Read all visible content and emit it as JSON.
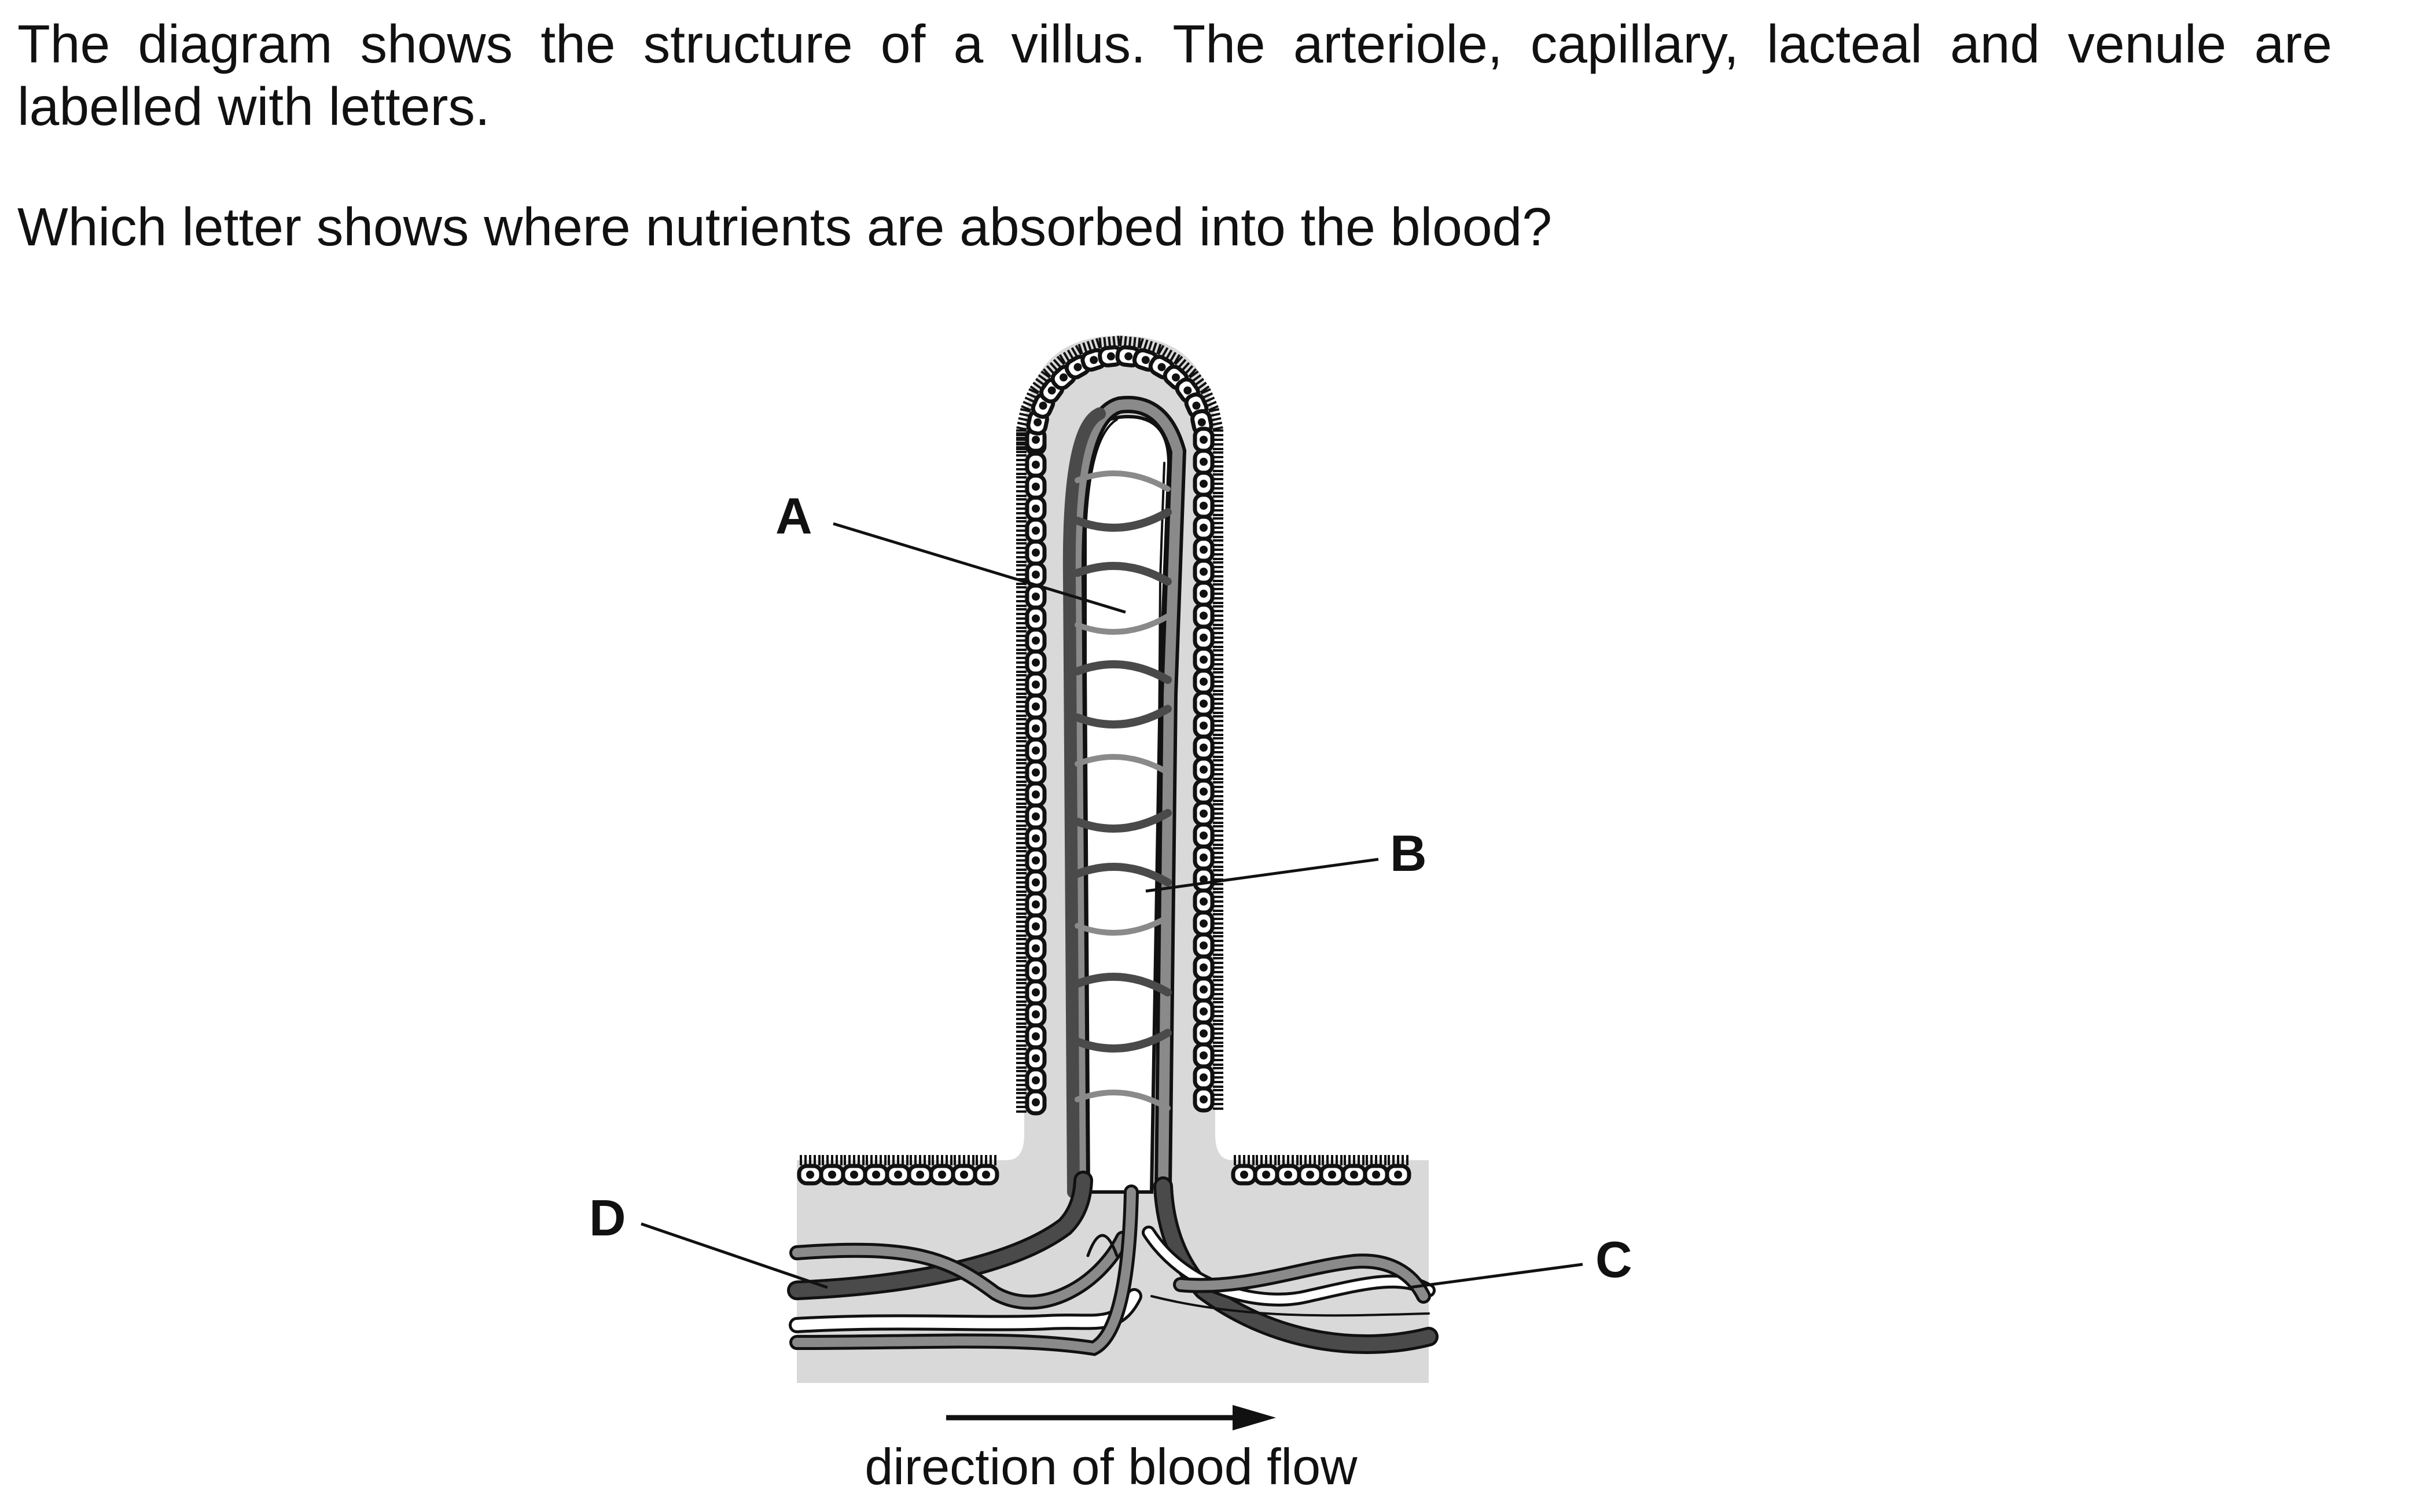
{
  "question": {
    "intro": "The diagram shows the structure of a villus. The arteriole, capillary, lacteal and venule are labelled with letters.",
    "prompt": "Which letter shows where nutrients are absorbed into the blood?"
  },
  "diagram": {
    "labels": {
      "a": "A",
      "b": "B",
      "c": "C",
      "d": "D"
    },
    "caption": "direction of blood flow"
  },
  "colors": {
    "tissue": "#d9d9d9",
    "vessel_dark": "#4a4a4a",
    "vessel_mid": "#8a8a8a",
    "outline": "#111111"
  }
}
